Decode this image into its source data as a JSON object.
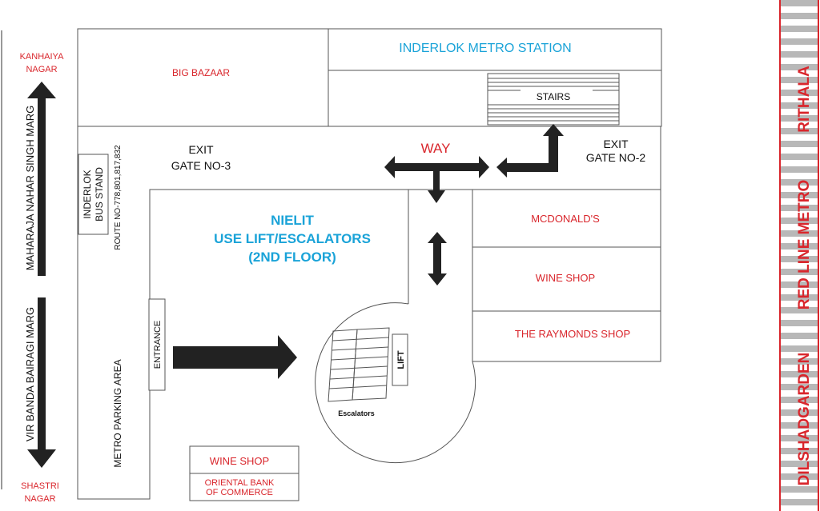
{
  "colors": {
    "red": "#d9262c",
    "blue": "#1aa3d8",
    "arrow": "#222222",
    "outline": "#555555",
    "stripe": "#b8b8b8"
  },
  "places": {
    "kanhaiya": [
      "KANHAIYA",
      "NAGAR"
    ],
    "shastri": [
      "SHASTRI",
      "NAGAR"
    ],
    "big_bazaar": "BIG BAZAAR",
    "metro_station": "INDERLOK METRO STATION",
    "stairs": "STAIRS",
    "exit3": [
      "EXIT",
      "GATE NO-3"
    ],
    "exit2": [
      "EXIT",
      "GATE NO-2"
    ],
    "way": "WAY",
    "bus_stand": [
      "INDERLOK",
      "BUS STAND"
    ],
    "route": "ROUTE NO-778,801,817,832",
    "nielit": [
      "NIELIT",
      "USE LIFT/ESCALATORS",
      "(2ND FLOOR)"
    ],
    "mcdonalds": "MCDONALD'S",
    "wine_shop_right": "WINE SHOP",
    "raymonds": "THE RAYMONDS SHOP",
    "entrance": "ENTRANCE",
    "lift": "LIFT",
    "escalators": "Escalators",
    "parking": "METRO PARKING AREA",
    "wine_shop_bottom": "WINE SHOP",
    "oriental": [
      "ORIENTAL BANK",
      "OF COMMERCE"
    ]
  },
  "roads": {
    "north": "MAHARAJA NAHAR SINGH MARG",
    "south": "VIR BANDA BAIRAGI MARG"
  },
  "metro_line": {
    "rithala": "RITHALA",
    "line": "RED LINE METRO",
    "dilshad": "DILSHADGARDEN"
  }
}
